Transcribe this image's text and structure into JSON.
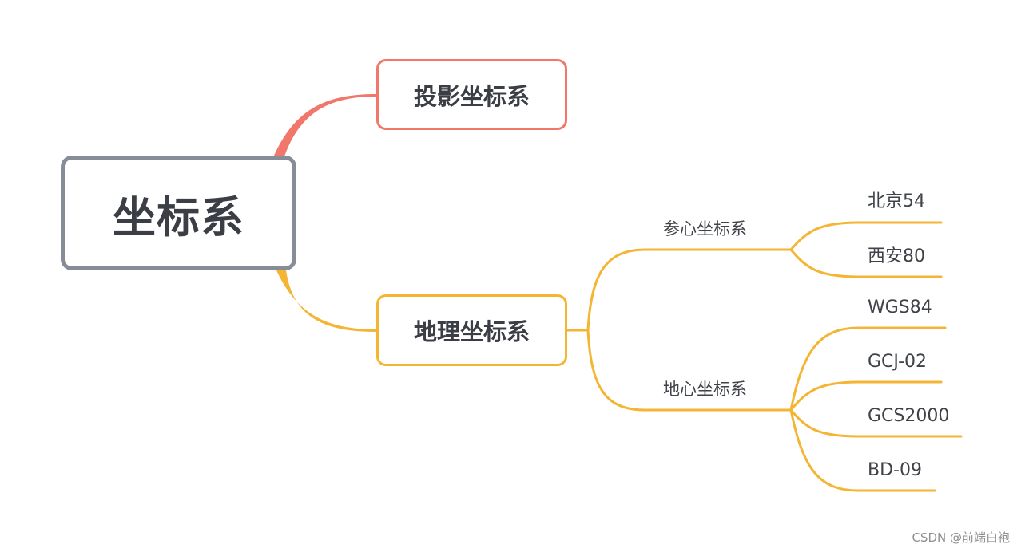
{
  "root": {
    "label": "坐标系"
  },
  "branches": {
    "projected": {
      "label": "投影坐标系"
    },
    "geographic": {
      "label": "地理坐标系",
      "children": {
        "reference": {
          "label": "参心坐标系",
          "leaves": [
            "北京54",
            "西安80"
          ]
        },
        "geocentric": {
          "label": "地心坐标系",
          "leaves": [
            "WGS84",
            "GCJ-02",
            "GCS2000",
            "BD-09"
          ]
        }
      }
    }
  },
  "colors": {
    "root_border": "#868d99",
    "projected": "#f0776a",
    "geographic": "#f4b534",
    "text": "#3b3f45"
  },
  "watermark": "CSDN @前端白袍"
}
